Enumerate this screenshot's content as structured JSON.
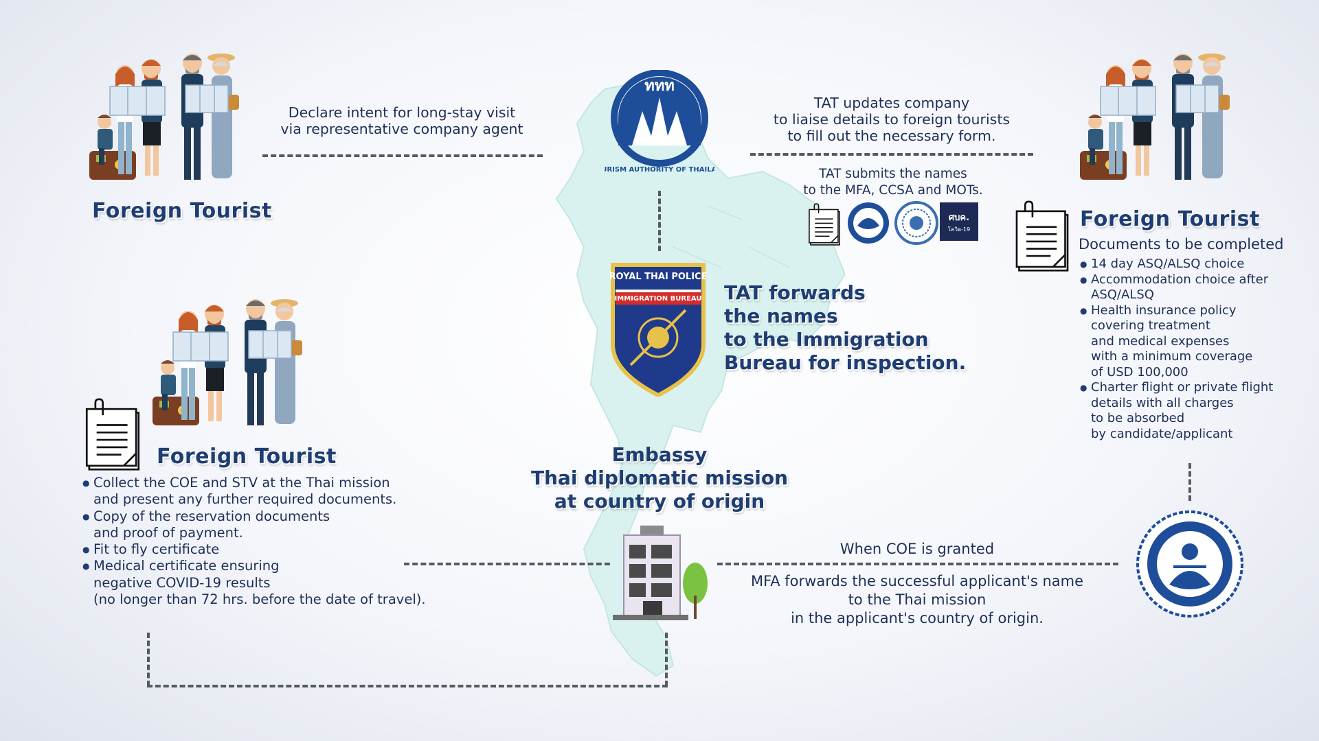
{
  "foreign_tourist_label": "Foreign Tourist",
  "step_declare": {
    "line1": "Declare intent for long-stay visit",
    "line2": "via representative company agent"
  },
  "step_tat_update": {
    "line1": "TAT updates company",
    "line2": "to liaise details to foreign tourists",
    "line3": "to fill out the necessary form."
  },
  "step_tat_submit": {
    "line1": "TAT submits the names",
    "line2": "to the MFA, CCSA and MOTs."
  },
  "agency_logo_text": {
    "tat": "TOURISM AUTHORITY OF THAILAND",
    "tat_top": "ททท",
    "police_top": "ROYAL THAI POLICE",
    "police_band": "IMMIGRATION BUREAU",
    "ccsa": "ศบค. โควิด-19"
  },
  "step_tat_forward": {
    "line1": "TAT forwards",
    "line2": "the names",
    "line3": "to the Immigration",
    "line4": "Bureau for inspection."
  },
  "right_panel": {
    "subtitle": "Documents to be completed",
    "items": [
      "14 day ASQ/ALSQ choice",
      "Accommodation choice after\nASQ/ALSQ",
      "Health insurance policy\ncovering treatment\nand medical expenses\nwith a minimum coverage\nof USD 100,000",
      "Charter flight or private flight\ndetails with all charges\nto be absorbed\nby candidate/applicant"
    ]
  },
  "embassy": {
    "line1": "Embassy",
    "line2": "Thai diplomatic mission",
    "line3": "at country of origin"
  },
  "step_coe": "When COE is granted",
  "step_mfa_forward": {
    "line1": "MFA forwards the successful applicant's name",
    "line2": "to the Thai mission",
    "line3": "in the applicant's country of origin."
  },
  "left_panel": {
    "items": [
      "Collect the COE and STV at the Thai mission\nand present any further required documents.",
      "Copy of the reservation documents\nand proof of payment.",
      "Fit to fly certificate",
      "Medical certificate ensuring\nnegative COVID-19 results\n(no longer than 72 hrs. before the date of travel)."
    ]
  },
  "colors": {
    "navy": "#1e3d72",
    "map": "#d8f1ef",
    "dash": "#555a63"
  }
}
